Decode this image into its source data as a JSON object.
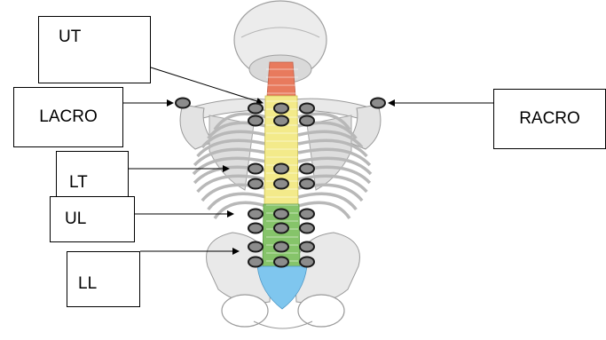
{
  "labels": {
    "ut": "UT",
    "lacro": "LACRO",
    "racro": "RACRO",
    "lt": "LT",
    "ul": "UL",
    "ll": "LL"
  },
  "colors": {
    "cervical": "#e87a5d",
    "thoracic": "#f3ea8a",
    "lumbar": "#86c46a",
    "sacrum": "#7fc6ee",
    "bone": "#e9e9e9",
    "bone_outline": "#9a9a9a",
    "marker_fill": "#8c8c8c",
    "marker_outline": "#1a1a1a"
  },
  "icons": {
    "figure": "skeleton-back-view-icon",
    "marker": "sensor-marker-icon"
  }
}
